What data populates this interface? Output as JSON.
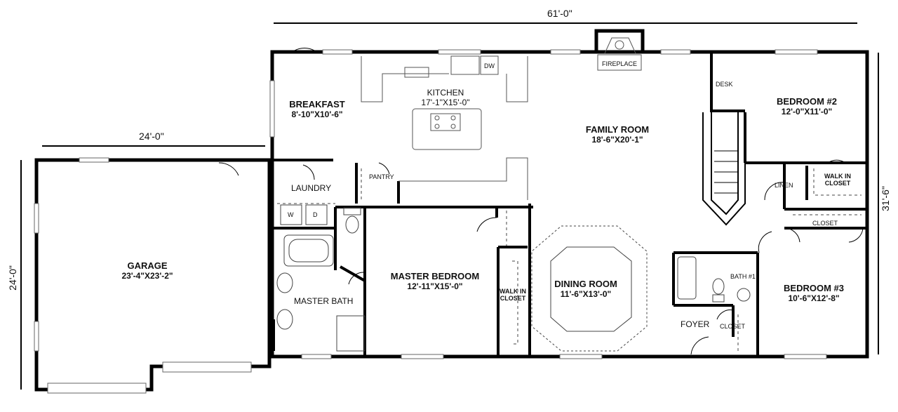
{
  "dimensions": {
    "overall_width": "61'-0\"",
    "overall_depth": "31'-6\"",
    "garage_width": "24'-0\"",
    "garage_depth": "24'-0\""
  },
  "rooms": {
    "breakfast": {
      "name": "BREAKFAST",
      "size": "8'-10\"X10'-6\""
    },
    "kitchen": {
      "name": "KITCHEN",
      "size": "17'-1\"X15'-0\""
    },
    "family_room": {
      "name": "FAMILY ROOM",
      "size": "18'-6\"X20'-1\""
    },
    "bedroom2": {
      "name": "BEDROOM #2",
      "size": "12'-0\"X11'-0\""
    },
    "garage": {
      "name": "GARAGE",
      "size": "23'-4\"X23'-2\""
    },
    "master_bedroom": {
      "name": "MASTER BEDROOM",
      "size": "12'-11\"X15'-0\""
    },
    "dining_room": {
      "name": "DINING ROOM",
      "size": "11'-6\"X13'-0\""
    },
    "bedroom3": {
      "name": "BEDROOM #3",
      "size": "10'-6\"X12'-8\""
    }
  },
  "labels": {
    "laundry": "LAUNDRY",
    "pantry": "PANTRY",
    "master_bath": "MASTER BATH",
    "walk_in_closet_master": [
      "WALK IN",
      "CLOSET"
    ],
    "walk_in_closet_bed2": [
      "WALK IN",
      "CLOSET"
    ],
    "foyer": "FOYER",
    "closet_foyer": "CLOSET",
    "closet_bed3": "CLOSET",
    "linen": "LINEN",
    "bath1": "BATH #1",
    "desk": "DESK",
    "fireplace": "FIREPLACE",
    "dishwasher": "DW",
    "washer": "W",
    "dryer": "D"
  }
}
